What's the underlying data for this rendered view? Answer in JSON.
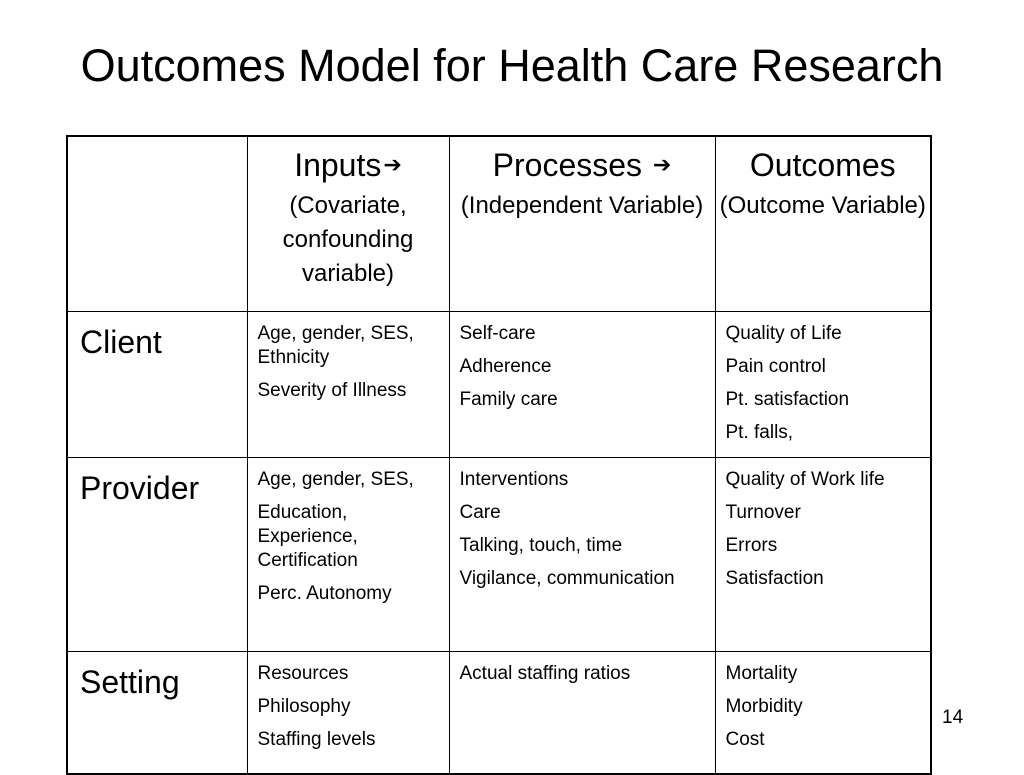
{
  "title": "Outcomes Model for Health Care Research",
  "table": {
    "headers": [
      {
        "label": "Inputs",
        "arrow": "➔",
        "sub": "(Covariate, confounding variable)"
      },
      {
        "label": "Processes ",
        "arrow": "➔",
        "sub": "(Independent Variable)"
      },
      {
        "label": "Outcomes",
        "arrow": "",
        "sub": "(Outcome Variable)"
      }
    ],
    "rows": [
      {
        "label": "Client",
        "inputs": [
          "Age, gender, SES, Ethnicity",
          "Severity of Illness"
        ],
        "processes": [
          "Self-care",
          "Adherence",
          "Family care"
        ],
        "outcomes": [
          "Quality of Life",
          "Pain control",
          "Pt. satisfaction",
          "Pt. falls,"
        ]
      },
      {
        "label": "Provider",
        "inputs": [
          "Age, gender, SES,",
          "Education, Experience, Certification",
          "Perc. Autonomy"
        ],
        "processes": [
          "Interventions",
          "Care",
          "Talking, touch, time",
          "Vigilance, communication"
        ],
        "outcomes": [
          "Quality of Work life",
          "Turnover",
          "Errors",
          "Satisfaction"
        ]
      },
      {
        "label": "Setting",
        "inputs": [
          "Resources",
          "Philosophy",
          "Staffing levels"
        ],
        "processes": [
          "Actual staffing ratios"
        ],
        "outcomes": [
          "Mortality",
          "Morbidity",
          "Cost"
        ]
      }
    ]
  },
  "page_number": "14"
}
